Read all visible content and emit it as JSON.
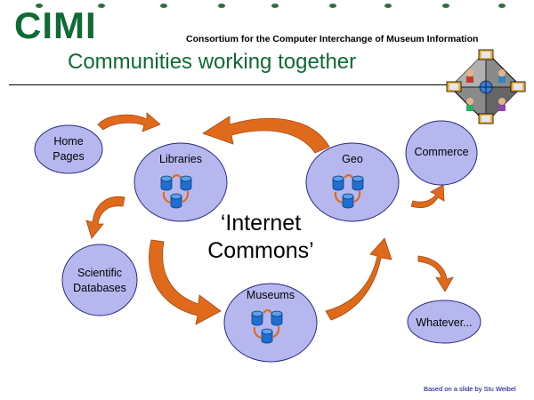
{
  "header": {
    "logo": "CIMI",
    "subtitle": "Consortium for the Computer Interchange of Museum Information",
    "title": "Communities working together",
    "credit": "Based on a slide by Stu Weibel"
  },
  "center_label": [
    "‘Internet",
    "Commons’"
  ],
  "nodes": [
    {
      "id": "home-pages",
      "lines": [
        "Home",
        "Pages"
      ],
      "kind": "small"
    },
    {
      "id": "libraries",
      "lines": [
        "Libraries"
      ],
      "kind": "hub"
    },
    {
      "id": "geo",
      "lines": [
        "Geo"
      ],
      "kind": "hub"
    },
    {
      "id": "commerce",
      "lines": [
        "Commerce"
      ],
      "kind": "small"
    },
    {
      "id": "scientific-databases",
      "lines": [
        "Scientific",
        "Databases"
      ],
      "kind": "small"
    },
    {
      "id": "museums",
      "lines": [
        "Museums"
      ],
      "kind": "hub"
    },
    {
      "id": "whatever",
      "lines": [
        "Whatever..."
      ],
      "kind": "small"
    }
  ],
  "colors": {
    "node_fill": "#b7b7f0",
    "node_stroke": "#2a2a80",
    "arrow_fill": "#e06a1c",
    "logo_green": "#0f6a35",
    "cylinder_blue": "#1e6fd0"
  },
  "icons": [
    "database-cylinder-icon",
    "sync-arrows-icon",
    "networked-computers-illustration"
  ]
}
